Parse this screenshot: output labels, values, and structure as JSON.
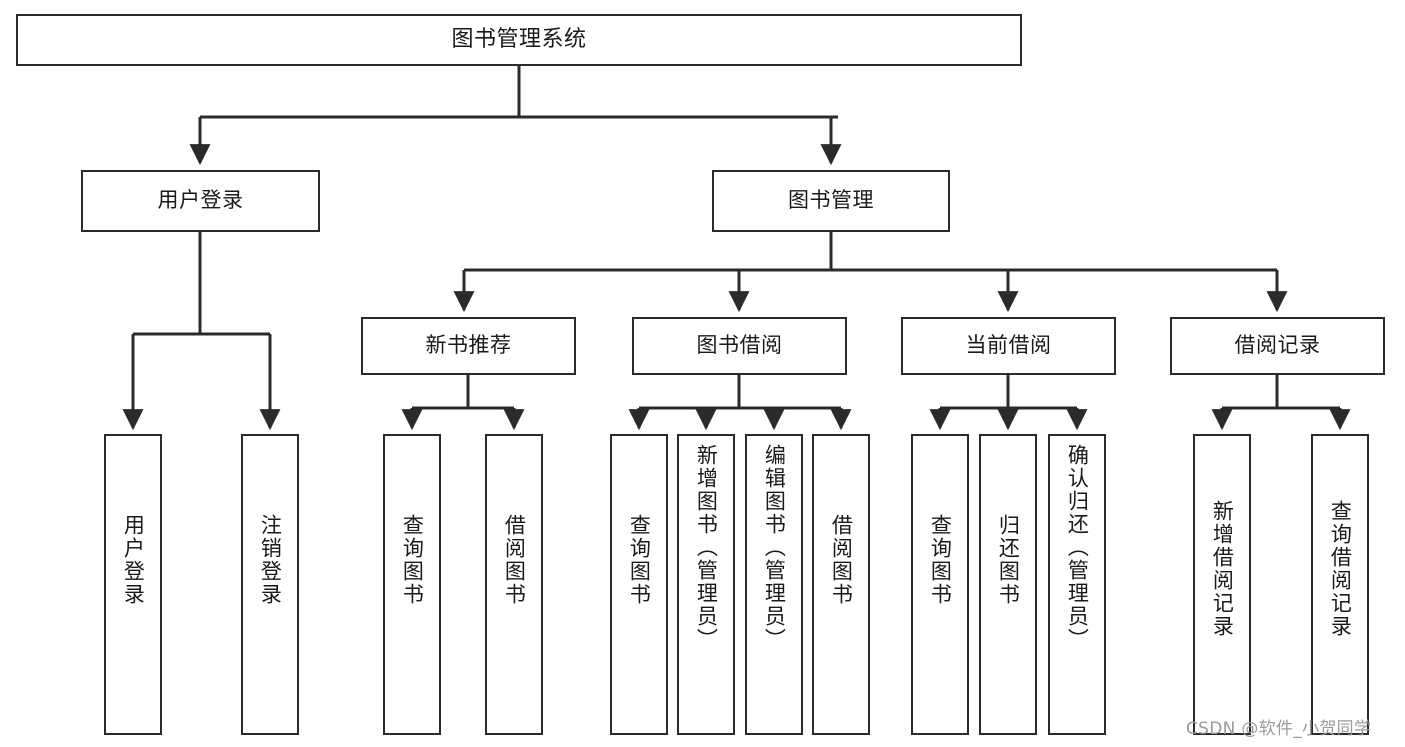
{
  "diagram": {
    "title_node": {
      "label": "图书管理系统"
    },
    "level1": [
      {
        "id": "user-login",
        "label": "用户登录"
      },
      {
        "id": "book-manage",
        "label": "图书管理"
      }
    ],
    "level2": [
      {
        "id": "new-book-rec",
        "label": "新书推荐"
      },
      {
        "id": "book-borrow",
        "label": "图书借阅"
      },
      {
        "id": "current-borrow",
        "label": "当前借阅"
      },
      {
        "id": "borrow-record",
        "label": "借阅记录"
      }
    ],
    "leaves": {
      "user_login": [
        {
          "id": "leaf-user-login",
          "label": "用户登录"
        },
        {
          "id": "leaf-logout",
          "label": "注销登录"
        }
      ],
      "new_book_rec": [
        {
          "id": "leaf-query-book-1",
          "label": "查询图书"
        },
        {
          "id": "leaf-borrow-book-1",
          "label": "借阅图书"
        }
      ],
      "book_borrow": [
        {
          "id": "leaf-query-book-2",
          "label": "查询图书"
        },
        {
          "id": "leaf-add-book",
          "label": "新增图书（管理员）"
        },
        {
          "id": "leaf-edit-book",
          "label": "编辑图书（管理员）"
        },
        {
          "id": "leaf-borrow-book-2",
          "label": "借阅图书"
        }
      ],
      "current_borrow": [
        {
          "id": "leaf-query-book-3",
          "label": "查询图书"
        },
        {
          "id": "leaf-return-book",
          "label": "归还图书"
        },
        {
          "id": "leaf-confirm-return",
          "label": "确认归还（管理员）"
        }
      ],
      "borrow_record": [
        {
          "id": "leaf-add-record",
          "label": "新增借阅记录"
        },
        {
          "id": "leaf-query-record",
          "label": "查询借阅记录"
        }
      ]
    }
  },
  "watermark": {
    "text": "CSDN @软件_小贺同学"
  },
  "colors": {
    "stroke": "#2b2b2b",
    "fill": "#ffffff",
    "text": "#1a1a1a",
    "watermark": "#9a9a9a"
  }
}
